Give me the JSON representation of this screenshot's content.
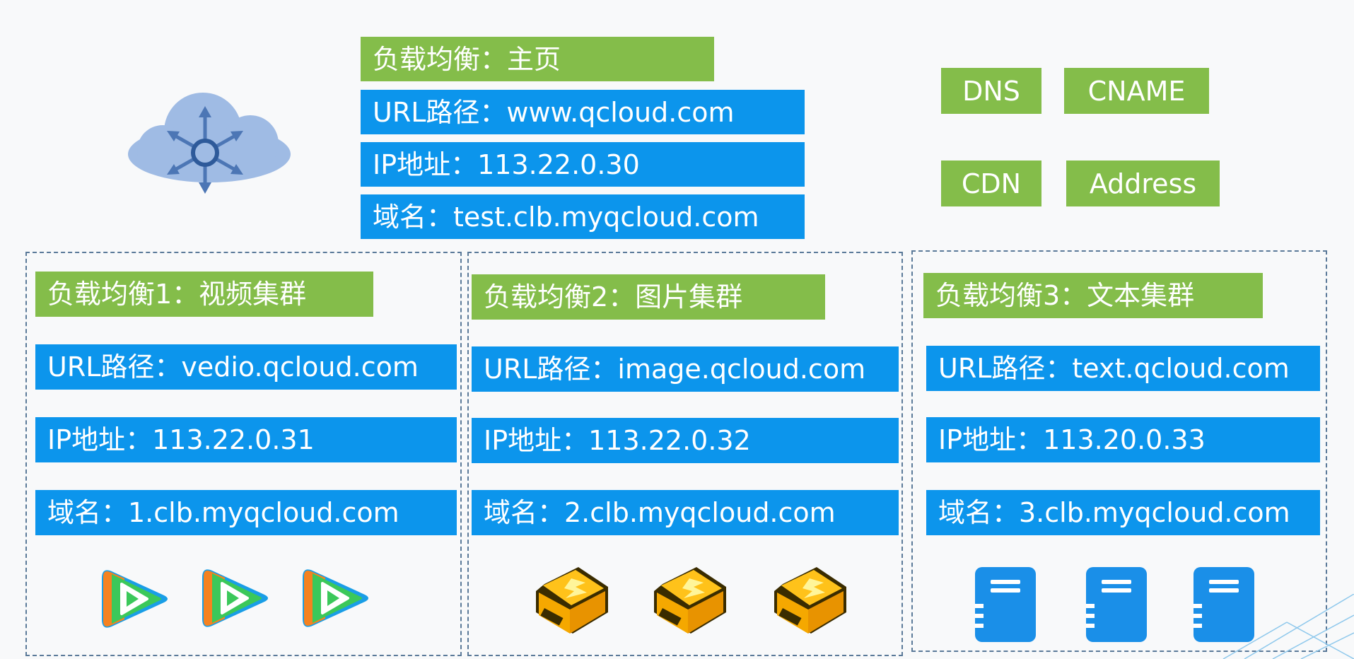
{
  "main_lb": {
    "title": "负载均衡：主页",
    "url": "URL路径：www.qcloud.com",
    "ip": "IP地址：113.22.0.30",
    "domain": "域名：test.clb.myqcloud.com"
  },
  "tags": [
    "DNS",
    "CNAME",
    "CDN",
    "Address"
  ],
  "clusters": [
    {
      "title": "负载均衡1：视频集群",
      "url": "URL路径：vedio.qcloud.com",
      "ip": "IP地址：113.22.0.31",
      "domain": "域名：1.clb.myqcloud.com",
      "icon": "video-play-icon"
    },
    {
      "title": "负载均衡2：图片集群",
      "url": "URL路径：image.qcloud.com",
      "ip": "IP地址：113.22.0.32",
      "domain": "域名：2.clb.myqcloud.com",
      "icon": "server-bolt-icon"
    },
    {
      "title": "负载均衡3：文本集群",
      "url": "URL路径：text.qcloud.com",
      "ip": "IP地址：113.20.0.33",
      "domain": "域名：3.clb.myqcloud.com",
      "icon": "document-icon"
    }
  ],
  "colors": {
    "green": "#84bd4a",
    "blue": "#0c95ec",
    "cloud": "#9fbbe4",
    "border": "#5b7a99",
    "server": "#f5a800",
    "doc": "#1a8fe8"
  },
  "cloud_icon": "cloud-load-balancer-icon"
}
